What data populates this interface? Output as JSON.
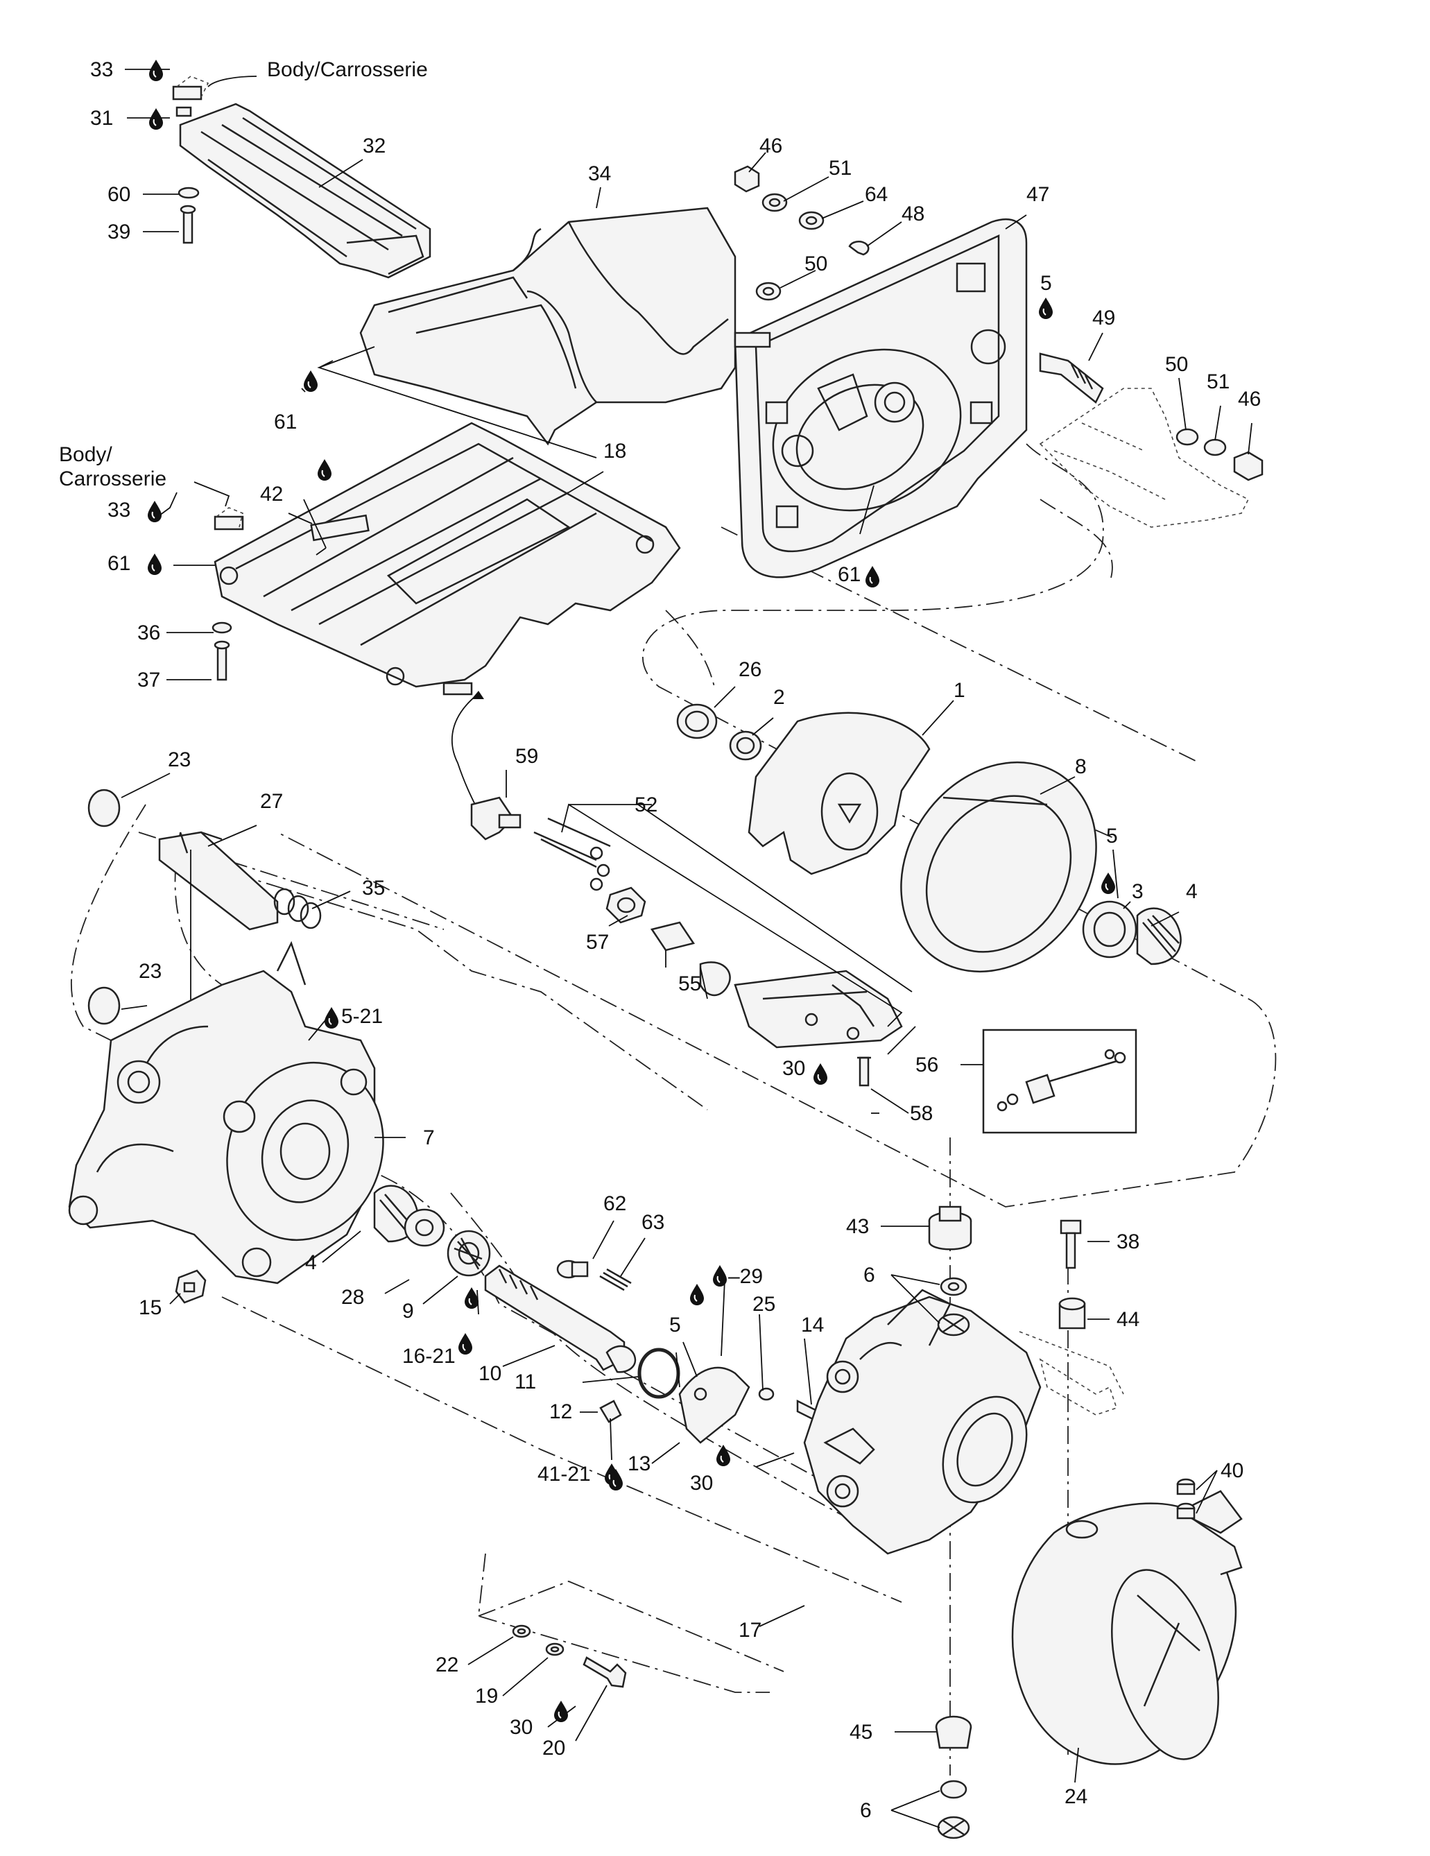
{
  "diagram": {
    "body_label_top": "Body/Carrosserie",
    "body_label_mid_1": "Body/",
    "body_label_mid_2": "Carrosserie",
    "icons": {
      "adhesive": "drop-icon"
    },
    "callouts": [
      {
        "id": "c33a",
        "text": "33"
      },
      {
        "id": "c31",
        "text": "31"
      },
      {
        "id": "c32",
        "text": "32"
      },
      {
        "id": "c60",
        "text": "60"
      },
      {
        "id": "c39",
        "text": "39"
      },
      {
        "id": "c34",
        "text": "34"
      },
      {
        "id": "c46a",
        "text": "46"
      },
      {
        "id": "c51a",
        "text": "51"
      },
      {
        "id": "c64",
        "text": "64"
      },
      {
        "id": "c48",
        "text": "48"
      },
      {
        "id": "c47",
        "text": "47"
      },
      {
        "id": "c50a",
        "text": "50"
      },
      {
        "id": "c5a",
        "text": "5"
      },
      {
        "id": "c49",
        "text": "49"
      },
      {
        "id": "c50b",
        "text": "50"
      },
      {
        "id": "c51b",
        "text": "51"
      },
      {
        "id": "c46b",
        "text": "46"
      },
      {
        "id": "c61a",
        "text": "61"
      },
      {
        "id": "c18",
        "text": "18"
      },
      {
        "id": "c42",
        "text": "42"
      },
      {
        "id": "c33b",
        "text": "33"
      },
      {
        "id": "c61b",
        "text": "61"
      },
      {
        "id": "c36",
        "text": "36"
      },
      {
        "id": "c37",
        "text": "37"
      },
      {
        "id": "c61c",
        "text": "61"
      },
      {
        "id": "c26",
        "text": "26"
      },
      {
        "id": "c2",
        "text": "2"
      },
      {
        "id": "c1",
        "text": "1"
      },
      {
        "id": "c8",
        "text": "8"
      },
      {
        "id": "c59",
        "text": "59"
      },
      {
        "id": "c52",
        "text": "52"
      },
      {
        "id": "c5b",
        "text": "5"
      },
      {
        "id": "c3",
        "text": "3"
      },
      {
        "id": "c4a",
        "text": "4"
      },
      {
        "id": "c57",
        "text": "57"
      },
      {
        "id": "c55",
        "text": "55"
      },
      {
        "id": "c56",
        "text": "56"
      },
      {
        "id": "c30a",
        "text": "30"
      },
      {
        "id": "c58",
        "text": "58"
      },
      {
        "id": "c23a",
        "text": "23"
      },
      {
        "id": "c27",
        "text": "27"
      },
      {
        "id": "c35",
        "text": "35"
      },
      {
        "id": "c23b",
        "text": "23"
      },
      {
        "id": "c5_21",
        "text": "5-21"
      },
      {
        "id": "c7",
        "text": "7"
      },
      {
        "id": "c4b",
        "text": "4"
      },
      {
        "id": "c15",
        "text": "15"
      },
      {
        "id": "c28",
        "text": "28"
      },
      {
        "id": "c9",
        "text": "9"
      },
      {
        "id": "c16_21",
        "text": "16-21"
      },
      {
        "id": "c10",
        "text": "10"
      },
      {
        "id": "c62",
        "text": "62"
      },
      {
        "id": "c63",
        "text": "63"
      },
      {
        "id": "c29",
        "text": "–29"
      },
      {
        "id": "c5c",
        "text": "5"
      },
      {
        "id": "c25",
        "text": "25"
      },
      {
        "id": "c14",
        "text": "14"
      },
      {
        "id": "c11",
        "text": "11"
      },
      {
        "id": "c12",
        "text": "12"
      },
      {
        "id": "c41_21",
        "text": "41-21"
      },
      {
        "id": "c13",
        "text": "13"
      },
      {
        "id": "c30b",
        "text": "30"
      },
      {
        "id": "c43",
        "text": "43"
      },
      {
        "id": "c6a",
        "text": "6"
      },
      {
        "id": "c38",
        "text": "38"
      },
      {
        "id": "c44",
        "text": "44"
      },
      {
        "id": "c40",
        "text": "40"
      },
      {
        "id": "c17",
        "text": "17"
      },
      {
        "id": "c45",
        "text": "45"
      },
      {
        "id": "c6b",
        "text": "6"
      },
      {
        "id": "c24",
        "text": "24"
      },
      {
        "id": "c22",
        "text": "22"
      },
      {
        "id": "c19",
        "text": "19"
      },
      {
        "id": "c30c",
        "text": "30"
      },
      {
        "id": "c20",
        "text": "20"
      }
    ]
  }
}
